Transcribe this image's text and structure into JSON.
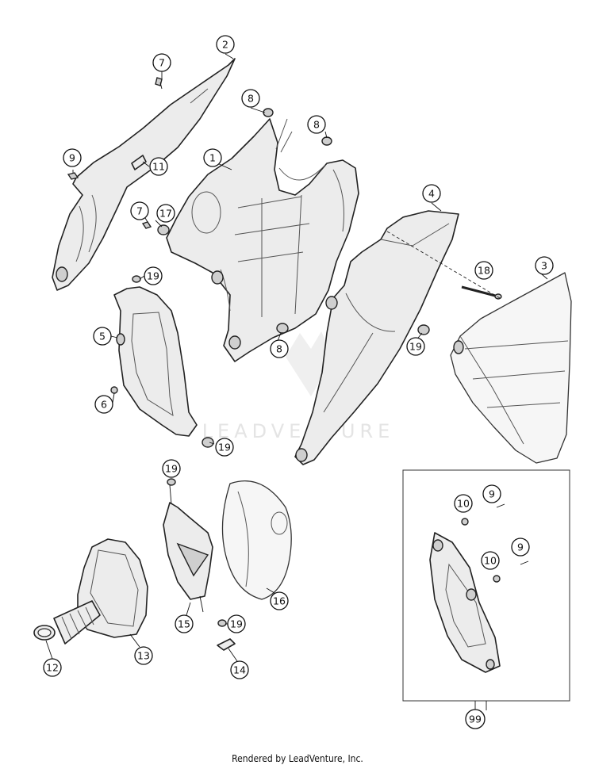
{
  "watermark": "LEADVENTURE",
  "footer": "Rendered by LeadVenture, Inc.",
  "callouts": {
    "c1": "1",
    "c2": "2",
    "c3": "3",
    "c4": "4",
    "c5": "5",
    "c6": "6",
    "c7a": "7",
    "c7b": "7",
    "c8a": "8",
    "c8b": "8",
    "c8c": "8",
    "c9a": "9",
    "c9b": "9",
    "c9c": "9",
    "c10a": "10",
    "c10b": "10",
    "c11": "11",
    "c12": "12",
    "c13": "13",
    "c14": "14",
    "c15": "15",
    "c16": "16",
    "c17": "17",
    "c18": "18",
    "c19a": "19",
    "c19b": "19",
    "c19c": "19",
    "c19d": "19",
    "c19e": "19",
    "c99": "99"
  }
}
